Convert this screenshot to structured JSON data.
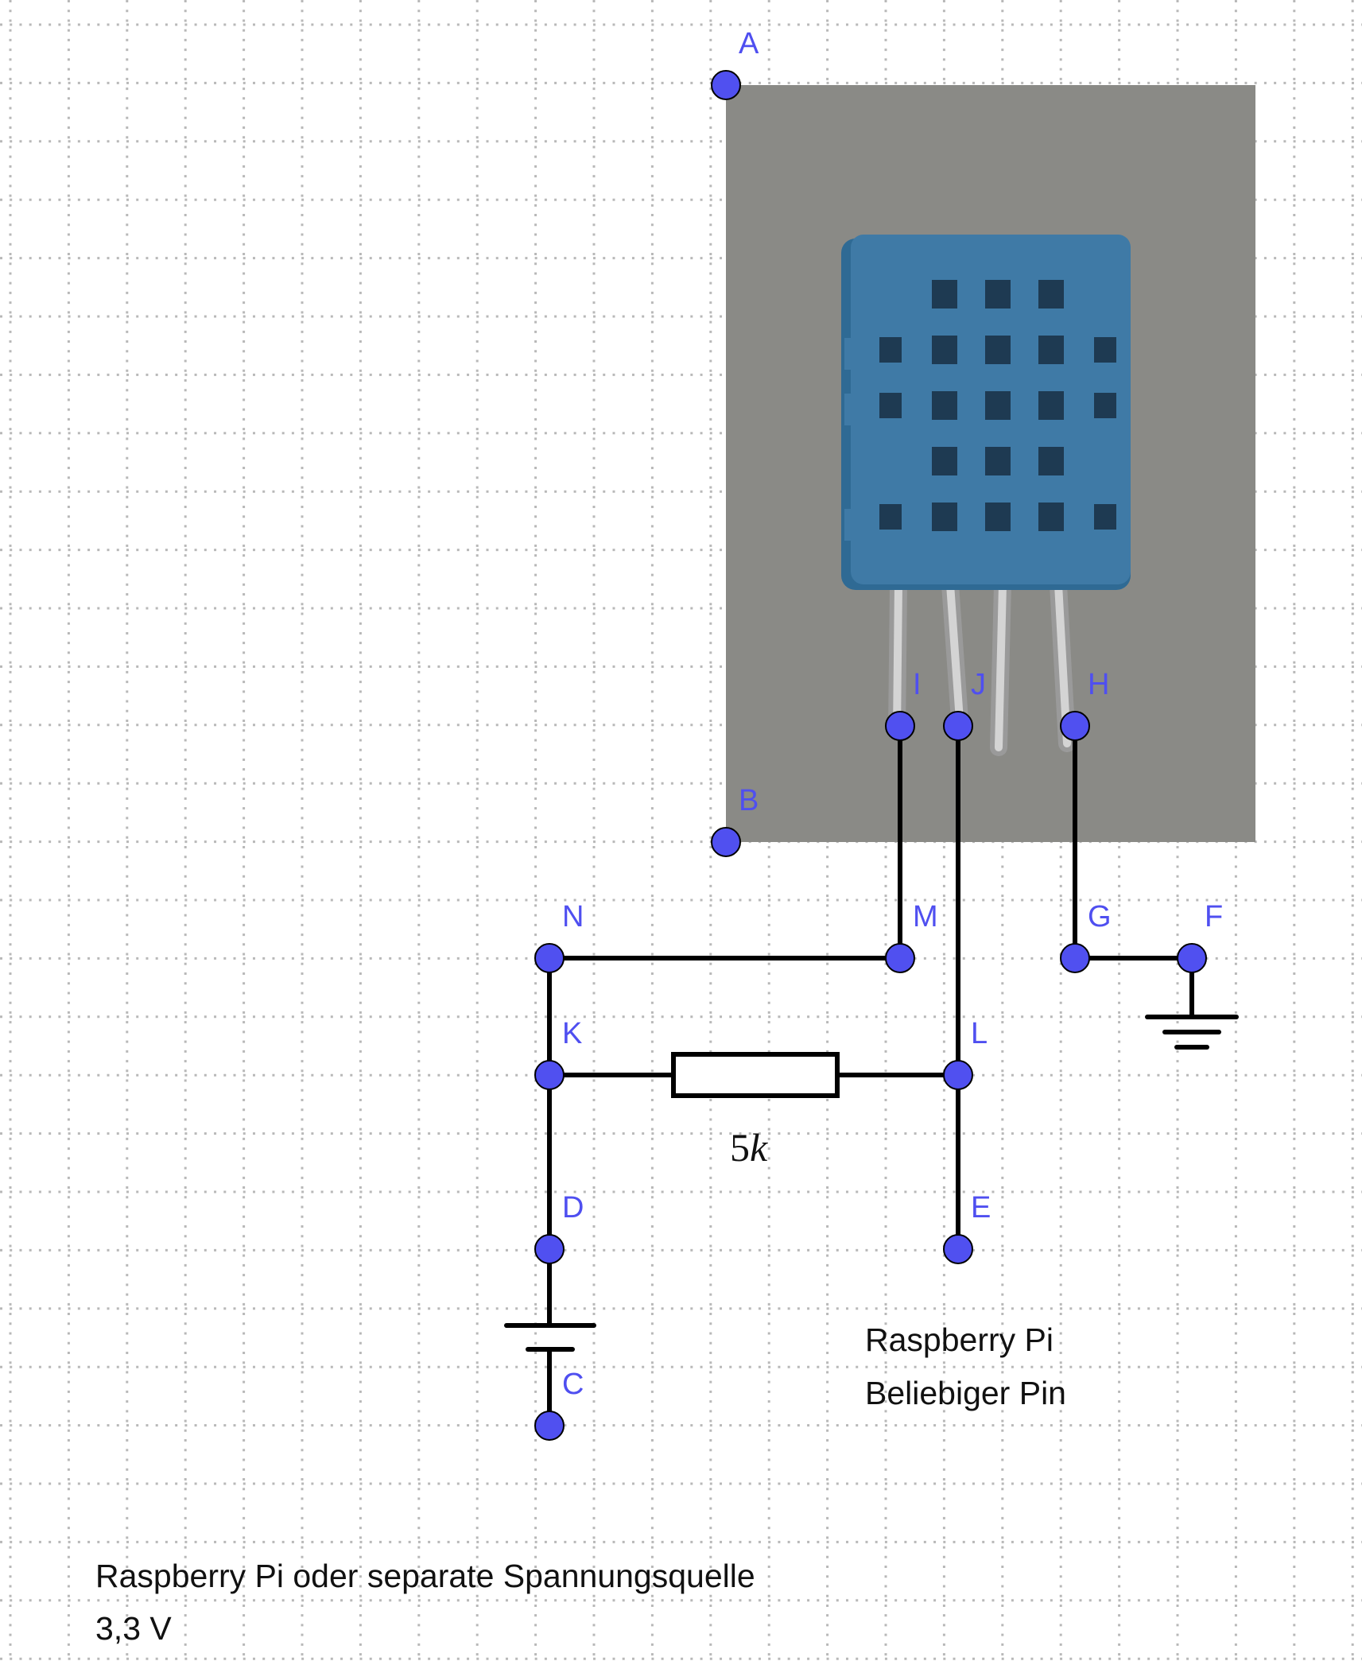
{
  "colors": {
    "grid_dot": "#b8b8b8",
    "wire": "#000000",
    "point_fill": "#5050f0",
    "point_stroke": "#000000",
    "label": "#4f4ff0",
    "photo_background": "#8a8a86",
    "sensor_body": "#3f7aa6",
    "sensor_slot": "#1e3a52",
    "sensor_pin": "#c8c8c8"
  },
  "points": [
    {
      "name": "A"
    },
    {
      "name": "B"
    },
    {
      "name": "C"
    },
    {
      "name": "D"
    },
    {
      "name": "E"
    },
    {
      "name": "F"
    },
    {
      "name": "G"
    },
    {
      "name": "H"
    },
    {
      "name": "I"
    },
    {
      "name": "J"
    },
    {
      "name": "K"
    },
    {
      "name": "L"
    },
    {
      "name": "M"
    },
    {
      "name": "N"
    }
  ],
  "resistor": {
    "value_number": "5",
    "value_unit": "k"
  },
  "symbols": {
    "photo": "dht11-sensor-photo",
    "ground": "ground-symbol",
    "supply": "battery-cell-symbol"
  },
  "labels": {
    "pin_line1": "Raspberry Pi",
    "pin_line2": "Beliebiger Pin",
    "supply_line1": "Raspberry Pi oder separate Spannungsquelle",
    "supply_line2": "3,3 V"
  }
}
